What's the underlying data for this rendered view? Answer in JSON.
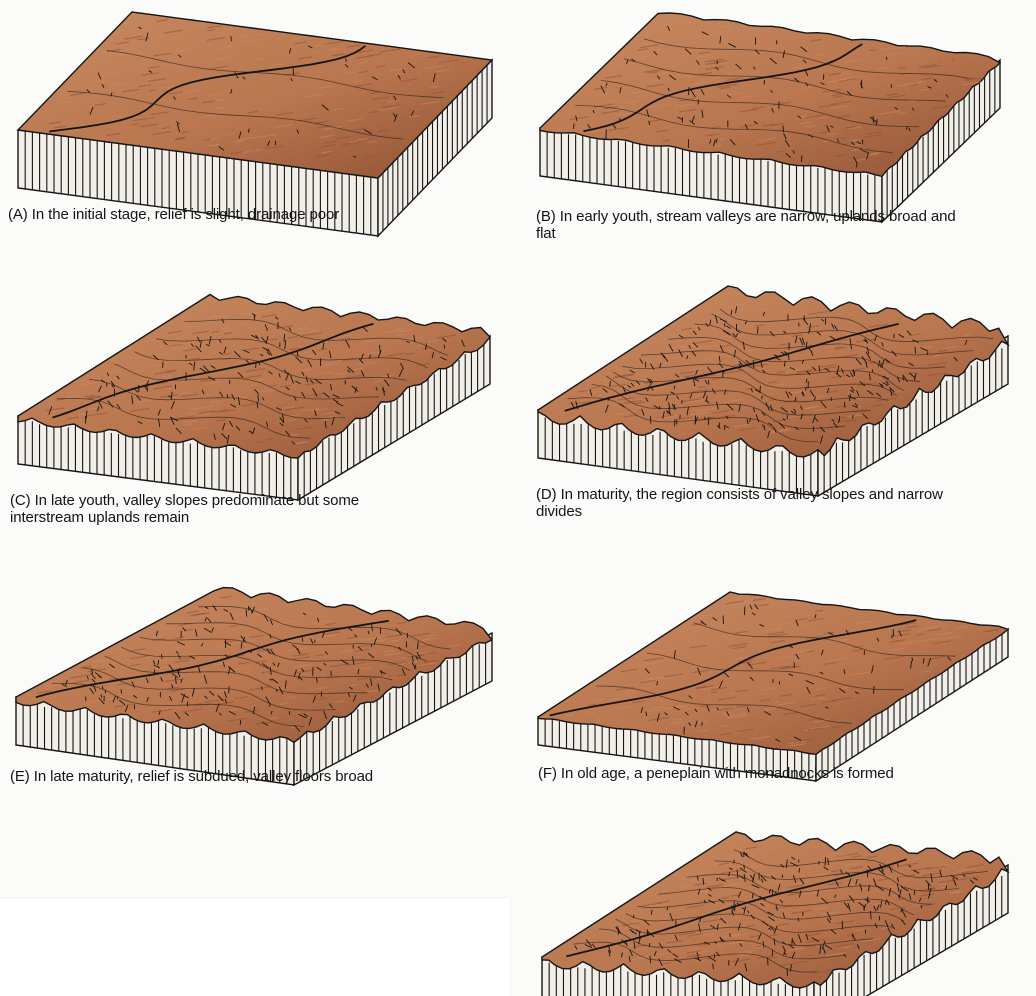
{
  "colors": {
    "land": "#b9764f",
    "land_light": "#c98a61",
    "land_dark": "#8f5033",
    "ink": "#151515",
    "side": "#f2eee8"
  },
  "panels": [
    {
      "id": "A",
      "caption_lines": [
        "(A) In the initial stage, relief is slight, drainage poor"
      ],
      "relief": 0.0
    },
    {
      "id": "B",
      "caption_lines": [
        "(B) In early youth, stream valleys are narrow, uplands broad and",
        "flat"
      ],
      "relief": 0.25
    },
    {
      "id": "C",
      "caption_lines": [
        "(C) In late youth, valley slopes predominate but some",
        "interstream uplands remain"
      ],
      "relief": 0.55
    },
    {
      "id": "D",
      "caption_lines": [
        "(D) In maturity, the region consists of valley slopes and narrow",
        "divides"
      ],
      "relief": 0.95
    },
    {
      "id": "E",
      "caption_lines": [
        "(E) In late maturity, relief is subdued, valley floors broad"
      ],
      "relief": 0.6
    },
    {
      "id": "F",
      "caption_lines": [
        "(F) In old age, a peneplain with monadnocks is formed"
      ],
      "relief": 0.12
    },
    {
      "id": "G",
      "caption_lines": [],
      "relief": 0.85
    }
  ]
}
